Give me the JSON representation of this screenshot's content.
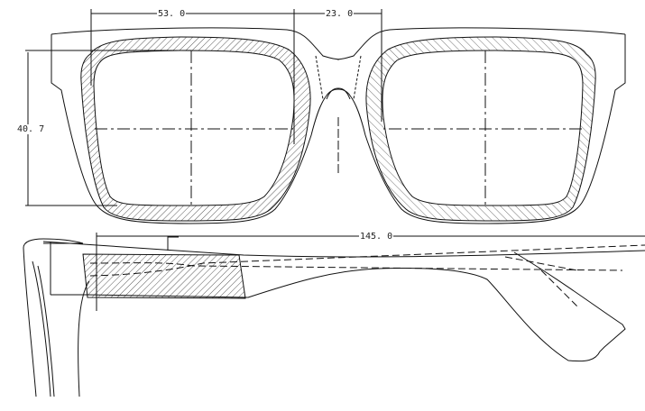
{
  "drawing": {
    "title": "Eyeglasses frame technical drawing",
    "dimensions": {
      "lens_width": "53. 0",
      "bridge_width": "23. 0",
      "lens_height": "40. 7",
      "temple_length": "145. 0"
    },
    "colors": {
      "line": "#111111",
      "background": "#ffffff"
    }
  }
}
